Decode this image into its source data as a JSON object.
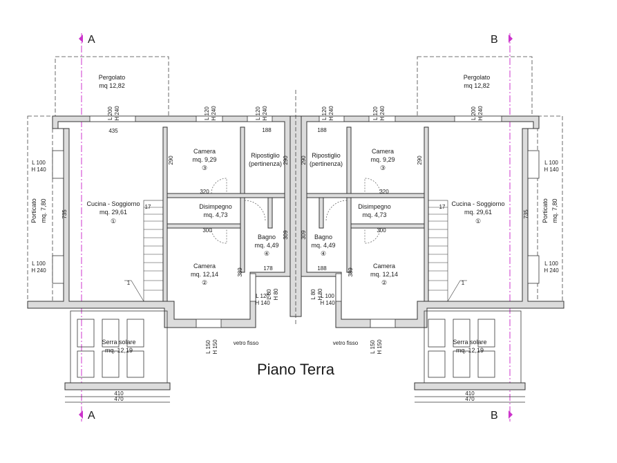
{
  "title": "Piano Terra",
  "section_markers": {
    "a": "A",
    "b": "B"
  },
  "units": [
    {
      "side": "left",
      "pergolato": {
        "name": "Pergolato",
        "area": "mq 12,82"
      },
      "porticato": {
        "name": "Porticato",
        "area": "mq. 7,80"
      },
      "serra": {
        "name": "Serra solare",
        "area": "mq. 12,19"
      },
      "rooms": [
        {
          "key": "cucina",
          "name": "Cucina - Soggiorno",
          "area": "mq. 29,61",
          "num": "①"
        },
        {
          "key": "camera3",
          "name": "Camera",
          "area": "mq. 9,29",
          "num": "③"
        },
        {
          "key": "ripostiglio",
          "name": "Ripostiglio",
          "area": "(pertinenza)",
          "num": ""
        },
        {
          "key": "disimpegno",
          "name": "Disimpegno",
          "area": "mq. 4,73",
          "num": ""
        },
        {
          "key": "bagno",
          "name": "Bagno",
          "area": "mq. 4,49",
          "num": "④"
        },
        {
          "key": "camera2",
          "name": "Camera",
          "area": "mq. 12,14",
          "num": "②"
        }
      ],
      "dims": {
        "w435": "435",
        "d735": "735",
        "d290a": "290",
        "d290b": "290",
        "w320": "320",
        "w188": "188",
        "w300": "300",
        "d309": "309",
        "w178": "178",
        "d389": "389",
        "w410": "410",
        "w470": "470",
        "stair17": "17",
        "stair1": "1"
      },
      "openings": {
        "pergola_win": [
          "L 200",
          "H 240"
        ],
        "cam3_win": [
          "L 120",
          "H 240"
        ],
        "rip_win": [
          "L 120",
          "H 240"
        ],
        "port_win1": [
          "L 100",
          "H 140"
        ],
        "port_win2": [
          "L 100",
          "H 240"
        ],
        "bagno_win1": [
          "L 80",
          "H 80"
        ],
        "bagno_win2": [
          "L 120",
          "H 140"
        ],
        "cam2_win": [
          "L 150",
          "H 150"
        ],
        "vetro": "vetro fisso"
      }
    },
    {
      "side": "right",
      "pergolato": {
        "name": "Pergolato",
        "area": "mq 12,82"
      },
      "porticato": {
        "name": "Porticato",
        "area": "mq. 7,80"
      },
      "serra": {
        "name": "Serra solare",
        "area": "mq. 12,19"
      },
      "rooms": [
        {
          "key": "cucina",
          "name": "Cucina - Soggiorno",
          "area": "mq. 29,61",
          "num": "①"
        },
        {
          "key": "camera3",
          "name": "Camera",
          "area": "mq. 9,29",
          "num": "③"
        },
        {
          "key": "ripostiglio",
          "name": "Ripostiglio",
          "area": "(pertinenza)",
          "num": ""
        },
        {
          "key": "disimpegno",
          "name": "Disimpegno",
          "area": "mq. 4,73",
          "num": ""
        },
        {
          "key": "bagno",
          "name": "Bagno",
          "area": "mq. 4,49",
          "num": "④"
        },
        {
          "key": "camera2",
          "name": "Camera",
          "area": "mq. 12,14",
          "num": "②"
        }
      ],
      "dims": {
        "w435": "",
        "d735": "735",
        "d290a": "290",
        "d290b": "290",
        "w320": "320",
        "w188": "188",
        "w300": "300",
        "d309": "309",
        "w178": "188",
        "d389": "389",
        "w410": "410",
        "w470": "470",
        "stair17": "17",
        "stair1": "1"
      },
      "openings": {
        "pergola_win": [
          "L 200",
          "H 240"
        ],
        "cam3_win": [
          "L 120",
          "H 240"
        ],
        "rip_win": [
          "L 120",
          "H 240"
        ],
        "port_win1": [
          "L 100",
          "H 140"
        ],
        "port_win2": [
          "L 100",
          "H 240"
        ],
        "bagno_win1": [
          "L 80",
          "H 80"
        ],
        "bagno_win2": [
          "L 100",
          "H 140"
        ],
        "cam2_win": [
          "L 150",
          "H 150"
        ],
        "vetro": "vetro fisso"
      }
    }
  ]
}
